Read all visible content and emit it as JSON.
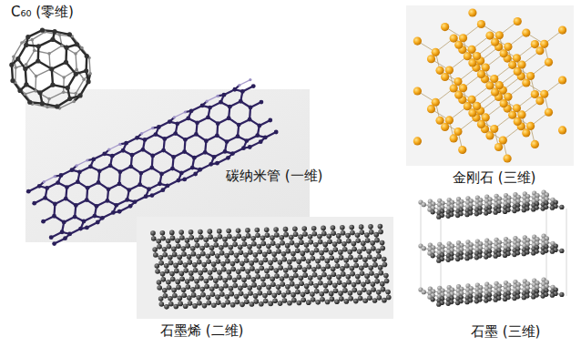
{
  "diagram": {
    "labels": [
      "C₆₀ (零维)",
      "碳纳米管 (一维)",
      "石墨烯 (二维)",
      "金刚石 (三维)",
      "石墨 (三维)"
    ]
  }
}
